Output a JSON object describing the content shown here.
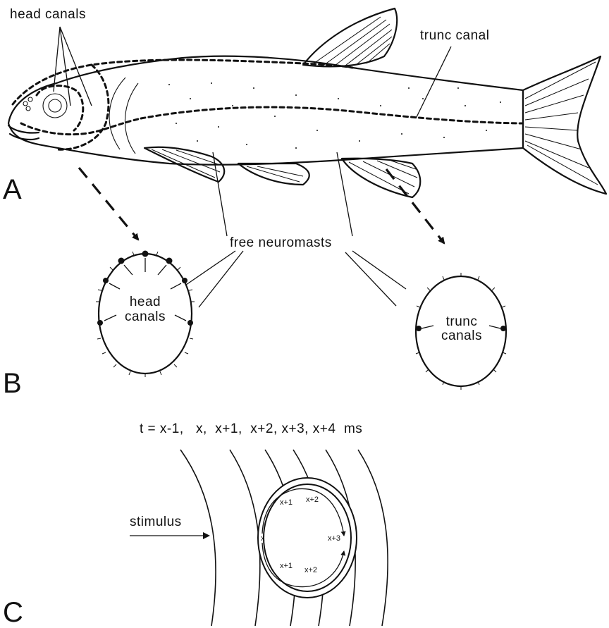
{
  "panels": {
    "a": "A",
    "b": "B",
    "c": "C"
  },
  "panel_a": {
    "head_canals_label": "head canals",
    "trunc_canal_label": "trunc canal",
    "free_neuromasts_label": "free neuromasts"
  },
  "panel_b": {
    "head_section": {
      "line1": "head",
      "line2": "canals"
    },
    "trunk_section": {
      "line1": "trunc",
      "line2": "canals"
    }
  },
  "panel_c": {
    "time_equation": "t = x-1,   x,  x+1,  x+2, x+3, x+4  ms",
    "stimulus_label": "stimulus",
    "ring_labels": {
      "left": "x",
      "top_left": "x+1",
      "top_right": "x+2",
      "right": "x+3",
      "bottom_left": "x+1",
      "bottom_right": "x+2"
    }
  }
}
